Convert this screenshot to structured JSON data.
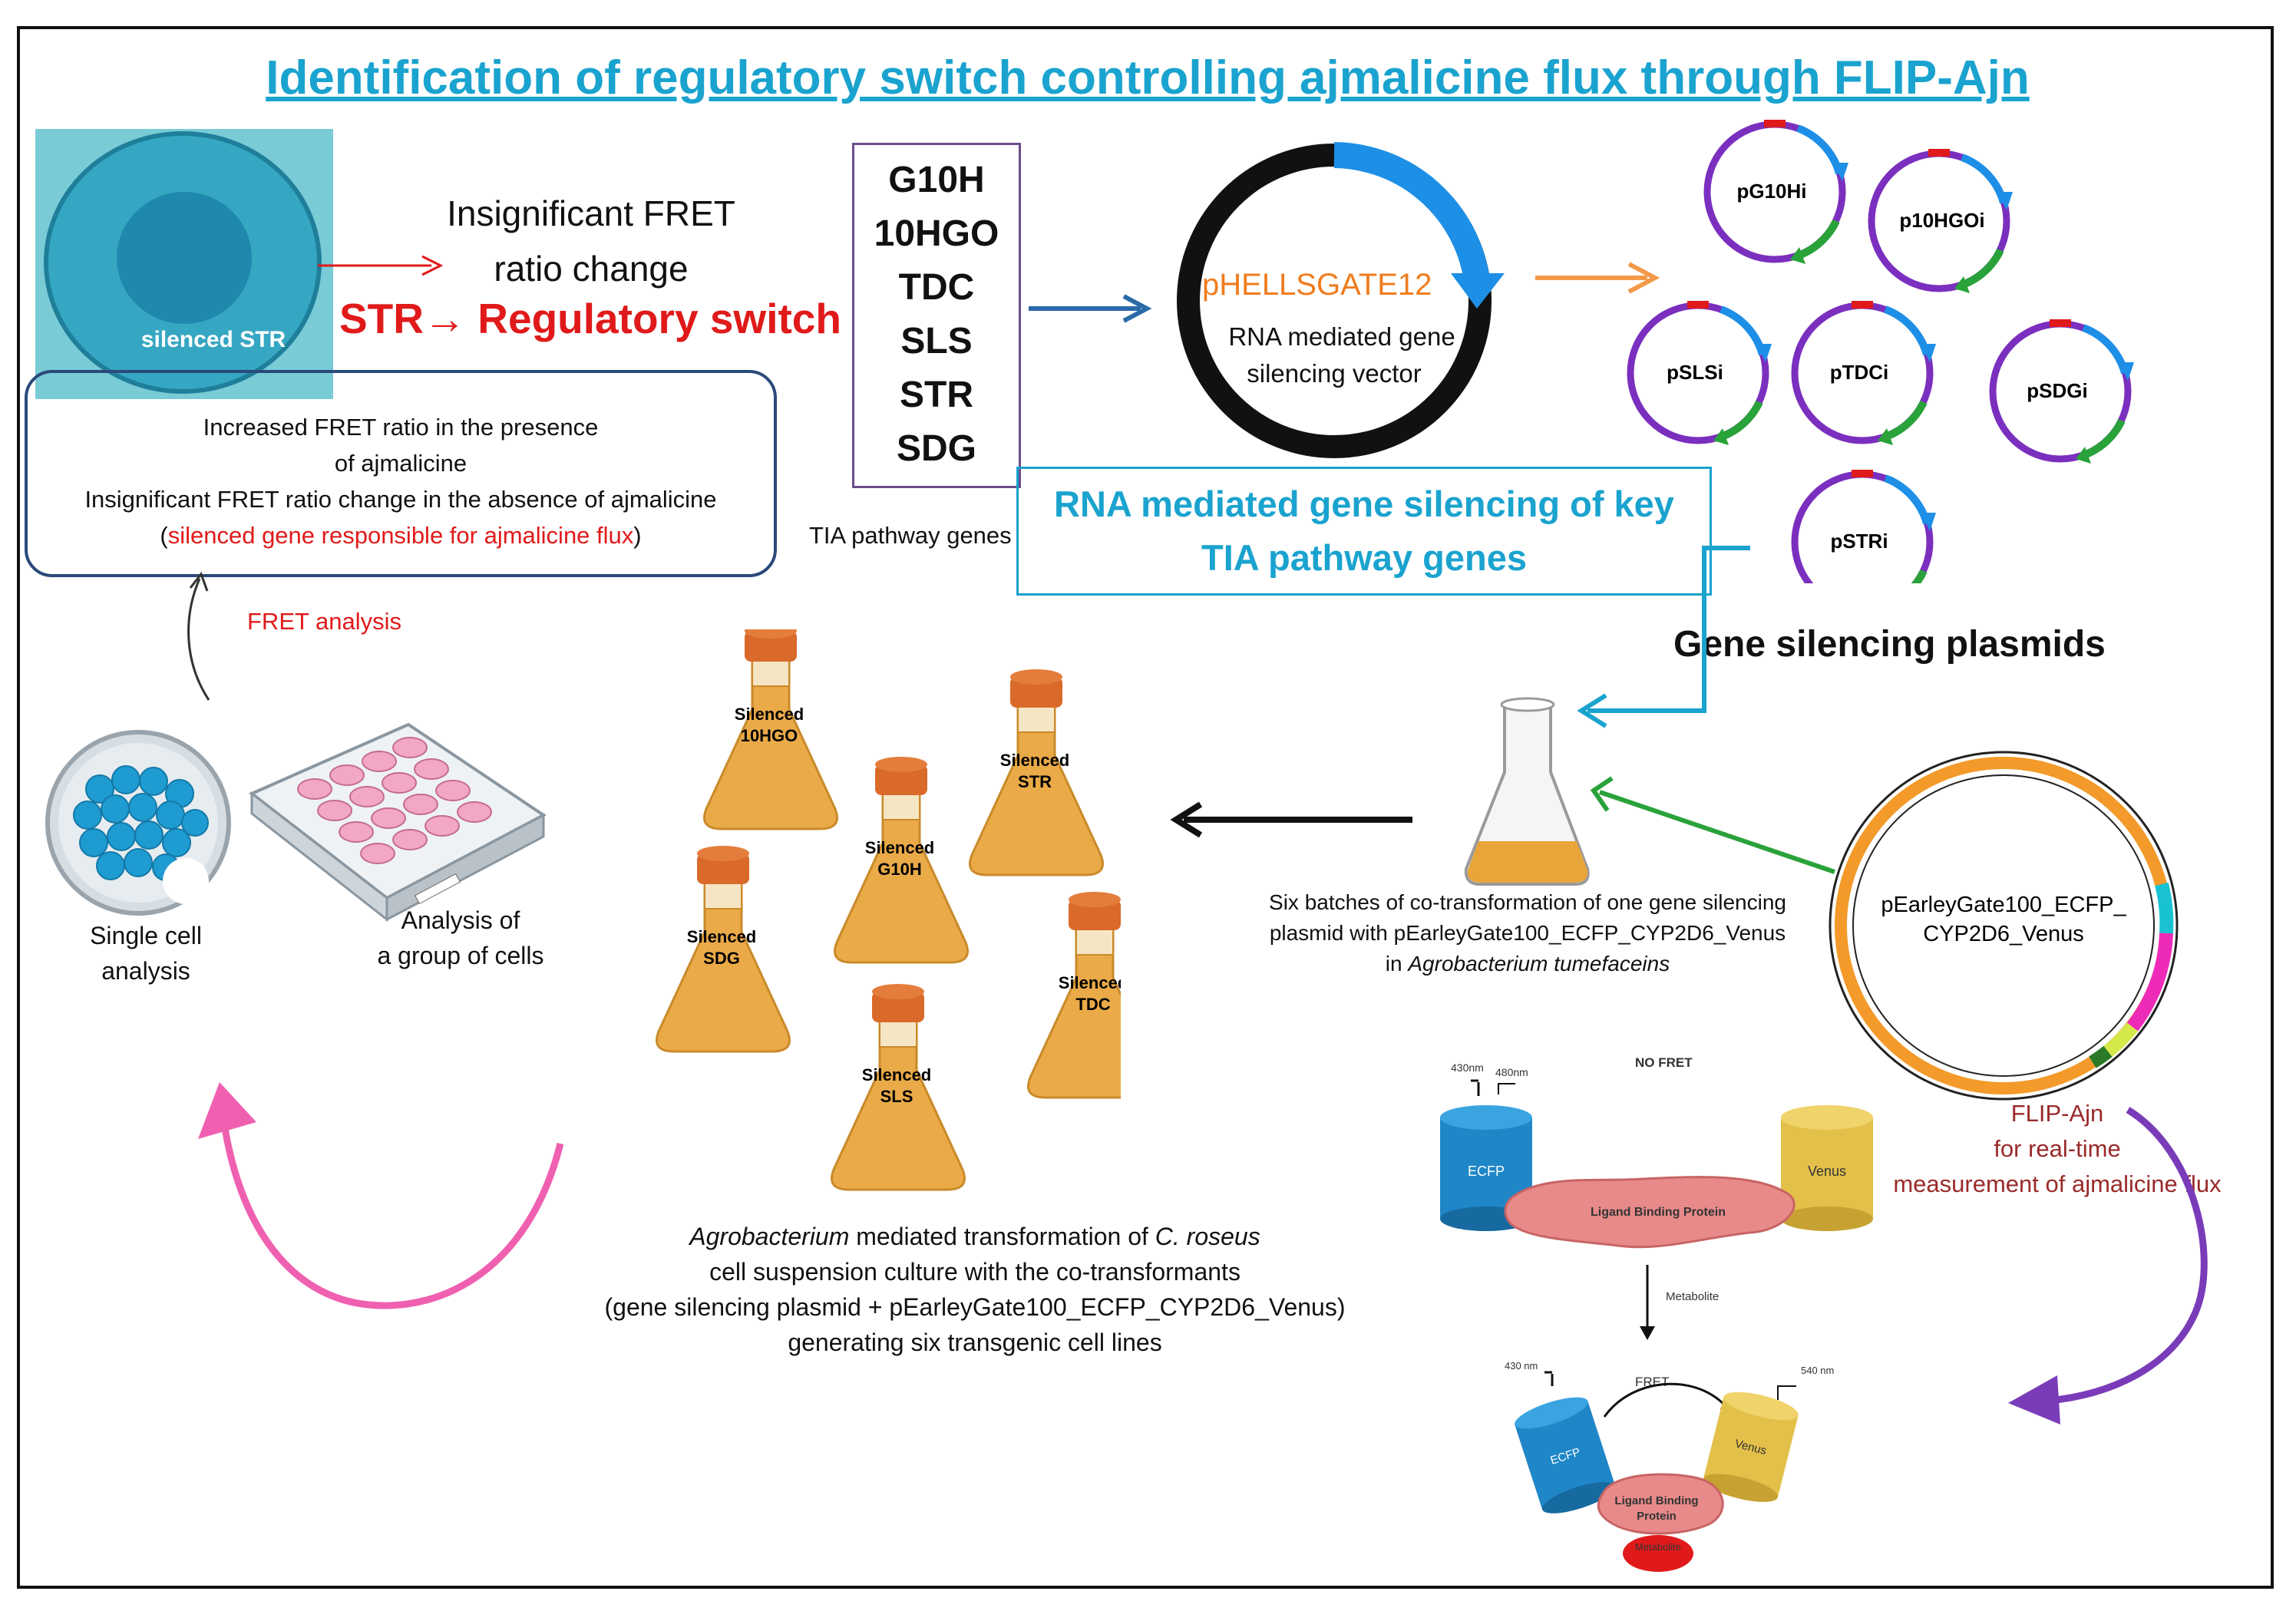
{
  "title": "Identification of regulatory switch controlling ajmalicine flux through FLIP-Ajn",
  "cell": {
    "label": "silenced STR"
  },
  "switch_text": {
    "line1": "Insignificant FRET",
    "line2": "ratio change",
    "str_line": "STR→ Regulatory switch"
  },
  "fret_box": {
    "line1": "Increased FRET ratio in the presence",
    "line2": "of ajmalicine",
    "line3": "Insignificant FRET ratio change in the absence of ajmalicine",
    "line4_open": "(",
    "line4_red": "silenced gene responsible for ajmalicine flux",
    "line4_close": ")"
  },
  "fret_analysis": "FRET analysis",
  "genes": [
    "G10H",
    "10HGO",
    "TDC",
    "SLS",
    "STR",
    "SDG"
  ],
  "genes_caption": "TIA pathway genes",
  "vector": {
    "name": "pHELLSGATE12",
    "desc1": "RNA mediated gene",
    "desc2": "silencing vector"
  },
  "rnai_box": {
    "line1": "RNA mediated gene silencing of key",
    "line2": "TIA pathway genes"
  },
  "plasmids": [
    "pG10Hi",
    "p10HGOi",
    "pSLSi",
    "pTDCi",
    "pSDGi",
    "pSTRi"
  ],
  "plasmids_caption": "Gene silencing plasmids",
  "cotransformation": {
    "line1": "Six batches of co-transformation of one gene silencing",
    "line2": "plasmid with  pEarleyGate100_ECFP_CYP2D6_Venus",
    "line3_prefix": "in ",
    "line3_italic": "Agrobacterium tumefaceins"
  },
  "big_plasmid": {
    "line1": "pEarleyGate100_ECFP_",
    "line2": "CYP2D6_Venus"
  },
  "flasks": [
    {
      "line1": "Silenced",
      "line2": "10HGO"
    },
    {
      "line1": "Silenced",
      "line2": "STR"
    },
    {
      "line1": "Silenced",
      "line2": "G10H"
    },
    {
      "line1": "Silenced",
      "line2": "SDG"
    },
    {
      "line1": "Silenced",
      "line2": "TDC"
    },
    {
      "line1": "Silenced",
      "line2": "SLS"
    }
  ],
  "transformation": {
    "l1_italic": "Agrobacterium",
    "l1_mid": " mediated transformation of ",
    "l1_italic2": "C. roseus",
    "line2": "cell suspension culture with the co-transformants",
    "line3": "(gene silencing plasmid + pEarleyGate100_ECFP_CYP2D6_Venus)",
    "line4": "generating six transgenic cell lines"
  },
  "single_cell": {
    "line1": "Single cell",
    "line2": "analysis"
  },
  "group_cells": {
    "line1": "Analysis of",
    "line2": "a group of cells"
  },
  "flip": {
    "line1": "FLIP-Ajn",
    "line2": "for real-time",
    "line3": "measurement of ajmalicine flux"
  },
  "sensor": {
    "no_fret": "NO FRET",
    "nm430": "430nm",
    "nm480": "480nm",
    "ecfp": "ECFP",
    "venus": "Venus",
    "lbp": "Ligand Binding Protein",
    "metabolite_arrow": "Metabolite",
    "fret": "FRET",
    "nm430b": "430 nm",
    "nm540": "540 nm",
    "ecfp2": "ECFP",
    "venus2": "Venus",
    "lbp2a": "Ligand Binding",
    "lbp2b": "Protein",
    "metabolite": "Metabolite"
  },
  "colors": {
    "title": "#1aa3cf",
    "red": "#e01a1a",
    "orange": "#f07c1e",
    "plasmid_purple": "#7b2fbe",
    "plasmid_blue": "#1e8fe6",
    "plasmid_green": "#2aa23a",
    "flask_orange": "#e8a53a",
    "cap_orange": "#d96a2a",
    "pink": "#f060b0",
    "purple_arrow": "#7a3bb8",
    "ecfp_blue": "#1f86c8",
    "venus_yellow": "#e3c04a",
    "lbp_pink": "#e88a8a"
  }
}
